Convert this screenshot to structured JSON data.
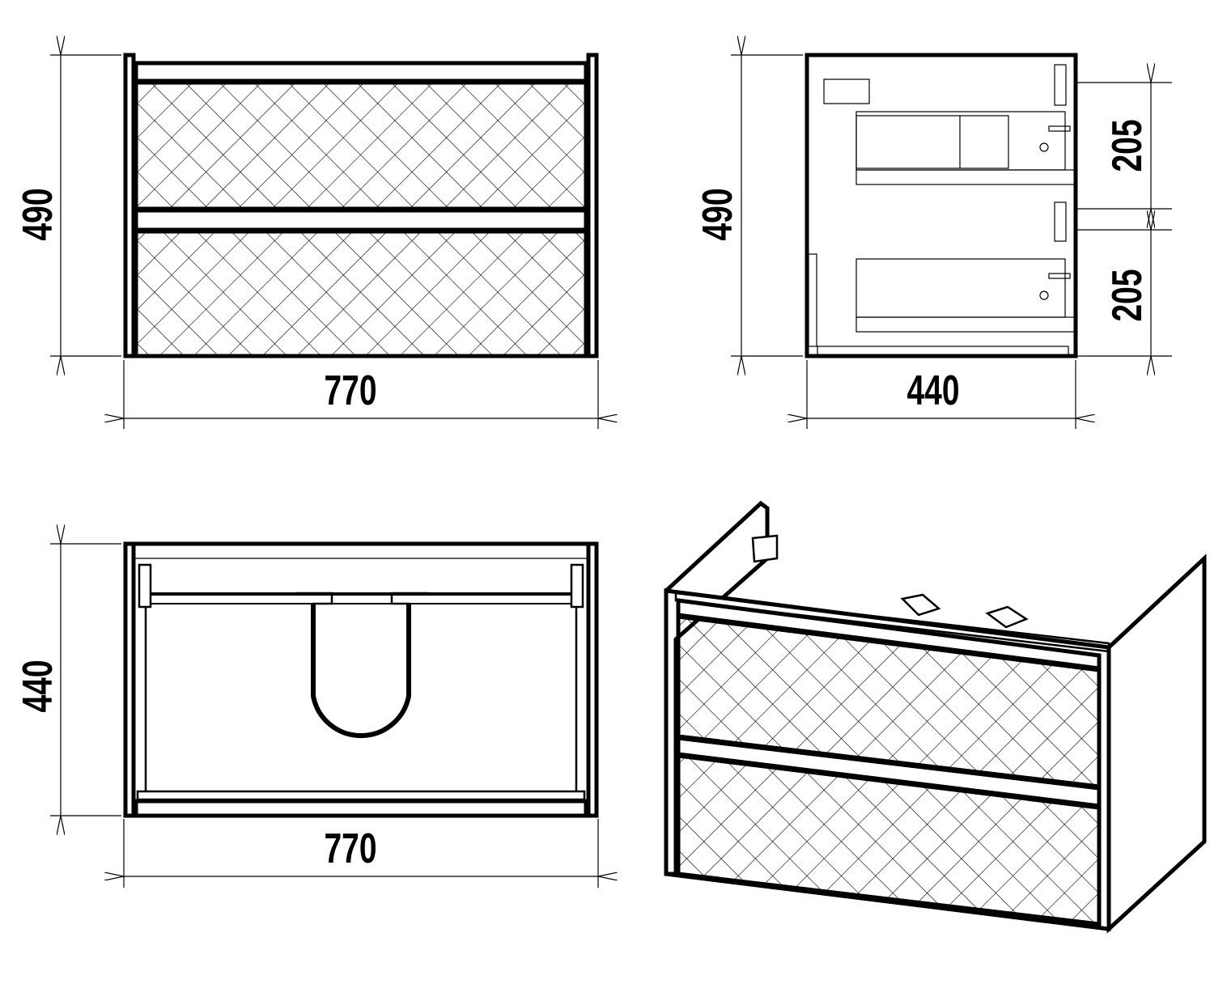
{
  "front_view": {
    "height_label": "490",
    "width_label": "770"
  },
  "side_view": {
    "height_label": "490",
    "depth_label": "440",
    "upper_drawer_label": "205",
    "lower_drawer_label": "205"
  },
  "top_view": {
    "depth_label": "440",
    "width_label": "770"
  },
  "colors": {
    "line": "#000000",
    "background": "#ffffff"
  }
}
